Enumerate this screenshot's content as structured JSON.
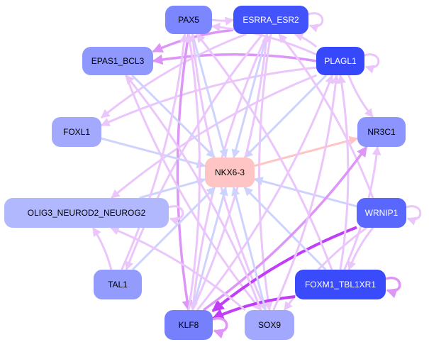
{
  "graph": {
    "title": "",
    "nodes": [
      {
        "id": "PAX5",
        "label": "PAX5",
        "fill": "#7b86ff",
        "text": "#000000"
      },
      {
        "id": "ESRRA_ESR2",
        "label": "ESRRA_ESR2",
        "fill": "#4353fc",
        "text": "#ffffff"
      },
      {
        "id": "EPAS1_BCL3",
        "label": "EPAS1_BCL3",
        "fill": "#8f98fd",
        "text": "#000000"
      },
      {
        "id": "PLAGL1",
        "label": "PLAGL1",
        "fill": "#3748fb",
        "text": "#ffffff"
      },
      {
        "id": "FOXL1",
        "label": "FOXL1",
        "fill": "#a3aafe",
        "text": "#000000"
      },
      {
        "id": "NR3C1",
        "label": "NR3C1",
        "fill": "#8c95fd",
        "text": "#000000"
      },
      {
        "id": "NKX6-3",
        "label": "NKX6-3",
        "fill": "#ffc4c4",
        "text": "#000000"
      },
      {
        "id": "OLIG3_NEUROD2_NEUROG2",
        "label": "OLIG3_NEUROD2_NEUROG2",
        "fill": "#b2b8fe",
        "text": "#000000"
      },
      {
        "id": "WRNIP1",
        "label": "WRNIP1",
        "fill": "#5a67fc",
        "text": "#ffffff"
      },
      {
        "id": "TAL1",
        "label": "TAL1",
        "fill": "#939cfd",
        "text": "#000000"
      },
      {
        "id": "FOXM1_TBL1XR1",
        "label": "FOXM1_TBL1XR1",
        "fill": "#3a4bfb",
        "text": "#ffffff"
      },
      {
        "id": "KLF8",
        "label": "KLF8",
        "fill": "#7680fd",
        "text": "#000000"
      },
      {
        "id": "SOX9",
        "label": "SOX9",
        "fill": "#a1a8fe",
        "text": "#000000"
      }
    ],
    "edge_colors": {
      "light_violet": "#eac6fb",
      "mid_violet": "#dd95f7",
      "strong_violet": "#c13dfa",
      "light_blue": "#cdd3fd",
      "pink": "#ffc4c4"
    },
    "edges": [
      {
        "from": "PAX5",
        "to": "ESRRA_ESR2",
        "color": "light_violet"
      },
      {
        "from": "ESRRA_ESR2",
        "to": "ESRRA_ESR2",
        "color": "light_violet"
      },
      {
        "from": "ESRRA_ESR2",
        "to": "EPAS1_BCL3",
        "color": "mid_violet"
      },
      {
        "from": "PLAGL1",
        "to": "EPAS1_BCL3",
        "color": "mid_violet"
      },
      {
        "from": "PLAGL1",
        "to": "PLAGL1",
        "color": "light_violet"
      },
      {
        "from": "PLAGL1",
        "to": "ESRRA_ESR2",
        "color": "light_violet"
      },
      {
        "from": "PLAGL1",
        "to": "PAX5",
        "color": "light_violet"
      },
      {
        "from": "PLAGL1",
        "to": "NR3C1",
        "color": "light_violet"
      },
      {
        "from": "PLAGL1",
        "to": "FOXL1",
        "color": "light_violet"
      },
      {
        "from": "PLAGL1",
        "to": "OLIG3_NEUROD2_NEUROG2",
        "color": "light_violet"
      },
      {
        "from": "PLAGL1",
        "to": "NKX6-3",
        "color": "light_blue"
      },
      {
        "from": "ESRRA_ESR2",
        "to": "FOXL1",
        "color": "light_violet"
      },
      {
        "from": "ESRRA_ESR2",
        "to": "NKX6-3",
        "color": "light_blue"
      },
      {
        "from": "ESRRA_ESR2",
        "to": "KLF8",
        "color": "light_violet"
      },
      {
        "from": "ESRRA_ESR2",
        "to": "SOX9",
        "color": "light_violet"
      },
      {
        "from": "ESRRA_ESR2",
        "to": "TAL1",
        "color": "light_violet"
      },
      {
        "from": "PAX5",
        "to": "NKX6-3",
        "color": "light_blue"
      },
      {
        "from": "PAX5",
        "to": "KLF8",
        "color": "mid_violet"
      },
      {
        "from": "PAX5",
        "to": "SOX9",
        "color": "light_violet"
      },
      {
        "from": "EPAS1_BCL3",
        "to": "NKX6-3",
        "color": "light_blue"
      },
      {
        "from": "EPAS1_BCL3",
        "to": "SOX9",
        "color": "light_violet"
      },
      {
        "from": "FOXL1",
        "to": "NKX6-3",
        "color": "light_blue"
      },
      {
        "from": "NKX6-3",
        "to": "NR3C1",
        "color": "pink"
      },
      {
        "from": "OLIG3_NEUROD2_NEUROG2",
        "to": "NKX6-3",
        "color": "light_blue"
      },
      {
        "from": "OLIG3_NEUROD2_NEUROG2",
        "to": "OLIG3_NEUROD2_NEUROG2",
        "color": "light_violet"
      },
      {
        "from": "WRNIP1",
        "to": "NKX6-3",
        "color": "light_blue"
      },
      {
        "from": "WRNIP1",
        "to": "WRNIP1",
        "color": "light_violet"
      },
      {
        "from": "WRNIP1",
        "to": "KLF8",
        "color": "strong_violet"
      },
      {
        "from": "WRNIP1",
        "to": "FOXM1_TBL1XR1",
        "color": "light_violet"
      },
      {
        "from": "WRNIP1",
        "to": "SOX9",
        "color": "light_violet"
      },
      {
        "from": "WRNIP1",
        "to": "ESRRA_ESR2",
        "color": "light_violet"
      },
      {
        "from": "TAL1",
        "to": "NKX6-3",
        "color": "light_blue"
      },
      {
        "from": "TAL1",
        "to": "OLIG3_NEUROD2_NEUROG2",
        "color": "light_violet"
      },
      {
        "from": "TAL1",
        "to": "PAX5",
        "color": "light_violet"
      },
      {
        "from": "FOXM1_TBL1XR1",
        "to": "KLF8",
        "color": "strong_violet"
      },
      {
        "from": "FOXM1_TBL1XR1",
        "to": "FOXM1_TBL1XR1",
        "color": "mid_violet"
      },
      {
        "from": "FOXM1_TBL1XR1",
        "to": "NKX6-3",
        "color": "light_blue"
      },
      {
        "from": "FOXM1_TBL1XR1",
        "to": "PLAGL1",
        "color": "light_violet"
      },
      {
        "from": "FOXM1_TBL1XR1",
        "to": "NR3C1",
        "color": "light_violet"
      },
      {
        "from": "FOXM1_TBL1XR1",
        "to": "PAX5",
        "color": "light_violet"
      },
      {
        "from": "KLF8",
        "to": "NKX6-3",
        "color": "light_blue"
      },
      {
        "from": "KLF8",
        "to": "KLF8",
        "color": "mid_violet"
      },
      {
        "from": "KLF8",
        "to": "ESRRA_ESR2",
        "color": "light_violet"
      },
      {
        "from": "KLF8",
        "to": "PLAGL1",
        "color": "light_violet"
      },
      {
        "from": "KLF8",
        "to": "NR3C1",
        "color": "mid_violet"
      },
      {
        "from": "KLF8",
        "to": "PAX5",
        "color": "light_violet"
      },
      {
        "from": "SOX9",
        "to": "NKX6-3",
        "color": "light_blue"
      },
      {
        "from": "SOX9",
        "to": "OLIG3_NEUROD2_NEUROG2",
        "color": "light_violet"
      },
      {
        "from": "SOX9",
        "to": "PLAGL1",
        "color": "light_violet"
      },
      {
        "from": "SOX9",
        "to": "EPAS1_BCL3",
        "color": "light_violet"
      }
    ]
  }
}
